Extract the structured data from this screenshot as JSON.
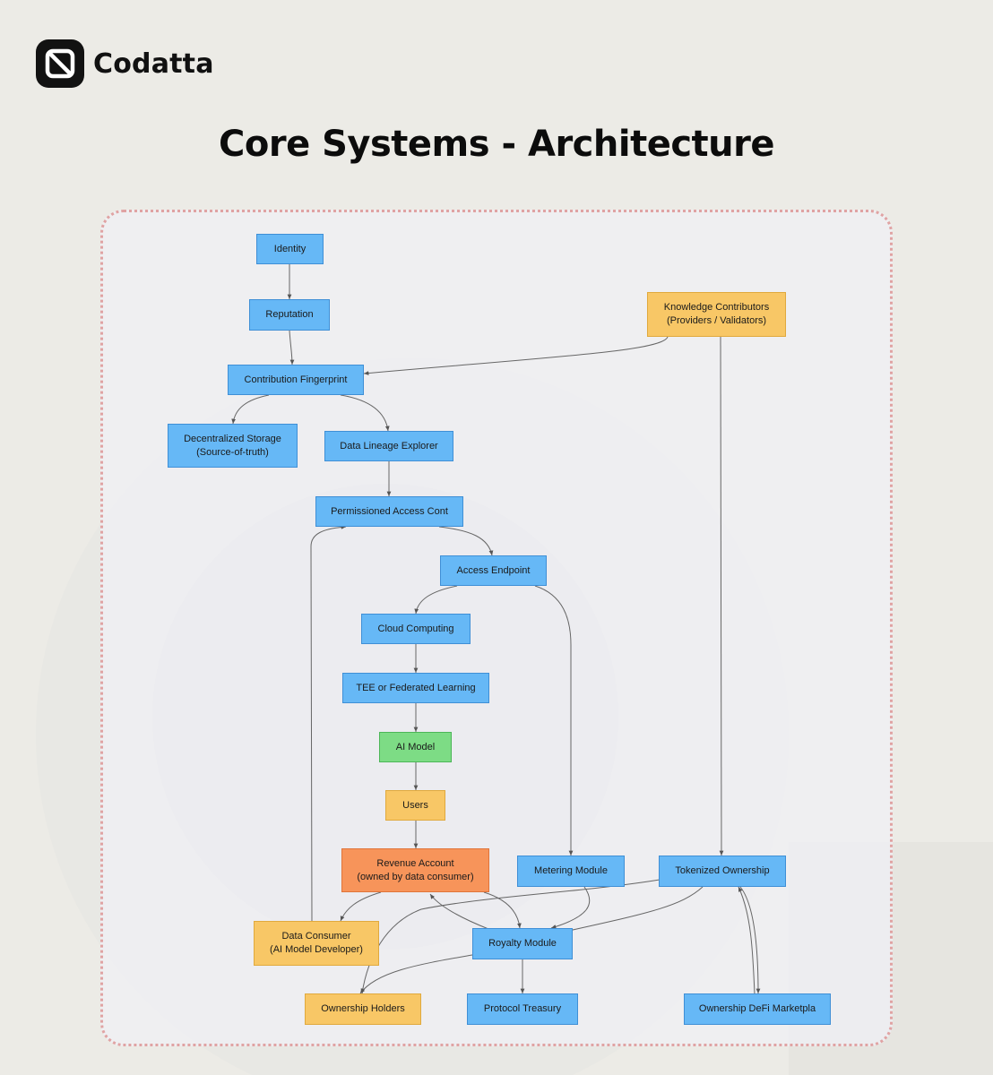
{
  "brand": {
    "name": "Codatta",
    "logo_icon": "codatta-logo-icon"
  },
  "title": "Core Systems - Architecture",
  "colors": {
    "background": "#ecebe6",
    "panel_border": "#e0a3a3",
    "node_blue": "#66b8f6",
    "node_yellow": "#f8c766",
    "node_green": "#7ddc85",
    "node_orange": "#f7945a",
    "edge": "#555555"
  },
  "nodes": {
    "identity": {
      "lines": [
        "Identity"
      ]
    },
    "reputation": {
      "lines": [
        "Reputation"
      ]
    },
    "contribution_fingerprint": {
      "lines": [
        "Contribution Fingerprint"
      ]
    },
    "knowledge_contributors": {
      "lines": [
        "Knowledge Contributors",
        "(Providers / Validators)"
      ]
    },
    "decentralized_storage": {
      "lines": [
        "Decentralized Storage",
        "(Source-of-truth)"
      ]
    },
    "data_lineage_explorer": {
      "lines": [
        "Data Lineage Explorer"
      ]
    },
    "permissioned_access": {
      "lines": [
        "Permissioned Access Cont"
      ]
    },
    "access_endpoint": {
      "lines": [
        "Access Endpoint"
      ]
    },
    "cloud_computing": {
      "lines": [
        "Cloud Computing"
      ]
    },
    "tee_federated": {
      "lines": [
        "TEE or Federated Learning"
      ]
    },
    "ai_model": {
      "lines": [
        "AI Model"
      ]
    },
    "users": {
      "lines": [
        "Users"
      ]
    },
    "revenue_account": {
      "lines": [
        "Revenue Account",
        "(owned by data consumer)"
      ]
    },
    "metering_module": {
      "lines": [
        "Metering Module"
      ]
    },
    "tokenized_ownership": {
      "lines": [
        "Tokenized Ownership"
      ]
    },
    "data_consumer": {
      "lines": [
        "Data Consumer",
        "(AI Model Developer)"
      ]
    },
    "royalty_module": {
      "lines": [
        "Royalty Module"
      ]
    },
    "ownership_holders": {
      "lines": [
        "Ownership Holders"
      ]
    },
    "protocol_treasury": {
      "lines": [
        "Protocol Treasury"
      ]
    },
    "ownership_defi": {
      "lines": [
        "Ownership DeFi Marketpla"
      ]
    }
  },
  "edges": [
    {
      "from": "identity",
      "to": "reputation"
    },
    {
      "from": "reputation",
      "to": "contribution_fingerprint"
    },
    {
      "from": "knowledge_contributors",
      "to": "contribution_fingerprint"
    },
    {
      "from": "contribution_fingerprint",
      "to": "decentralized_storage"
    },
    {
      "from": "contribution_fingerprint",
      "to": "data_lineage_explorer"
    },
    {
      "from": "data_lineage_explorer",
      "to": "permissioned_access"
    },
    {
      "from": "permissioned_access",
      "to": "access_endpoint"
    },
    {
      "from": "access_endpoint",
      "to": "cloud_computing"
    },
    {
      "from": "access_endpoint",
      "to": "metering_module"
    },
    {
      "from": "cloud_computing",
      "to": "tee_federated"
    },
    {
      "from": "tee_federated",
      "to": "ai_model"
    },
    {
      "from": "ai_model",
      "to": "users"
    },
    {
      "from": "users",
      "to": "revenue_account"
    },
    {
      "from": "knowledge_contributors",
      "to": "tokenized_ownership"
    },
    {
      "from": "revenue_account",
      "to": "data_consumer"
    },
    {
      "from": "revenue_account",
      "to": "royalty_module"
    },
    {
      "from": "royalty_module",
      "to": "revenue_account"
    },
    {
      "from": "data_consumer",
      "to": "permissioned_access"
    },
    {
      "from": "metering_module",
      "to": "royalty_module"
    },
    {
      "from": "tokenized_ownership",
      "to": "royalty_module"
    },
    {
      "from": "tokenized_ownership",
      "to": "ownership_holders"
    },
    {
      "from": "royalty_module",
      "to": "ownership_holders"
    },
    {
      "from": "royalty_module",
      "to": "protocol_treasury"
    },
    {
      "from": "tokenized_ownership",
      "to": "ownership_defi"
    },
    {
      "from": "ownership_defi",
      "to": "tokenized_ownership"
    }
  ]
}
